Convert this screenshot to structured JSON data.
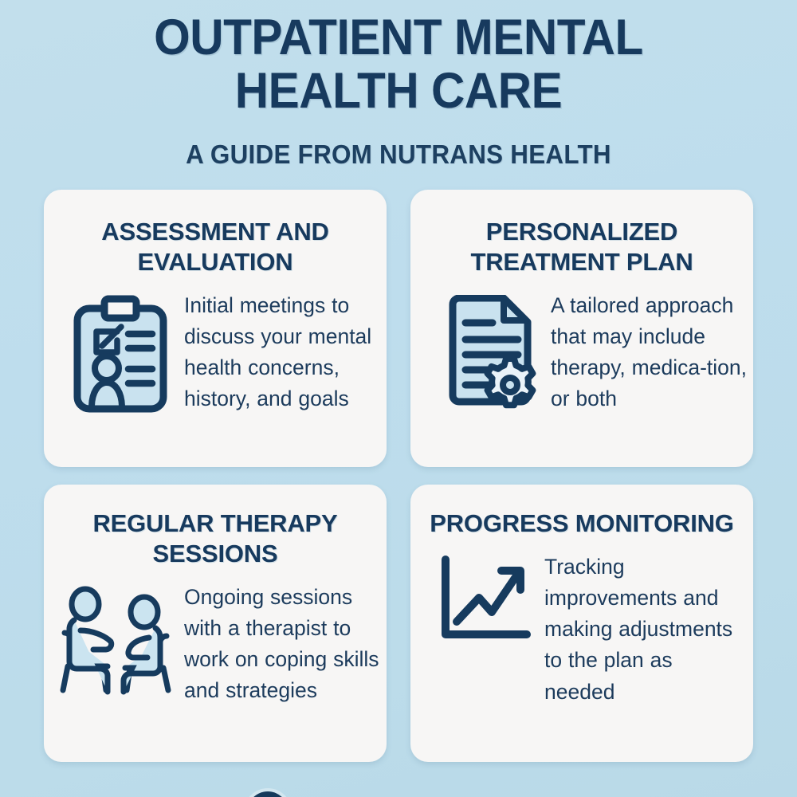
{
  "header": {
    "title": "OUTPATIENT MENTAL HEALTH CARE",
    "subtitle": "A GUIDE FROM NUTRANS HEALTH"
  },
  "theme": {
    "background": "#bedded",
    "card_background": "#f7f6f5",
    "navy": "#173a5e",
    "icon_fill": "#c9e2ef",
    "icon_stroke": "#163b5e",
    "medallion": "#153a5c"
  },
  "cards": [
    {
      "title": "ASSESSMENT AND EVALUATION",
      "text": "Initial meetings to discuss your mental health concerns, history, and goals",
      "icon": "clipboard-assessment-icon"
    },
    {
      "title": "PERSONALIZED TREATMENT PLAN",
      "text": "A tailored approach  that may include therapy, medica-tion, or both",
      "icon": "document-gear-icon"
    },
    {
      "title": "REGULAR THERAPY SESSIONS",
      "text": "Ongoing sessions with a therapist to work on coping skills and strategies",
      "icon": "two-seated-people-icon"
    },
    {
      "title": "PROGRESS MONITORING",
      "text": "Tracking improvements and making adjustments to the plan as needed",
      "icon": "growth-chart-arrow-icon"
    }
  ],
  "footer": {
    "medallion_label": "brand-medallion"
  }
}
